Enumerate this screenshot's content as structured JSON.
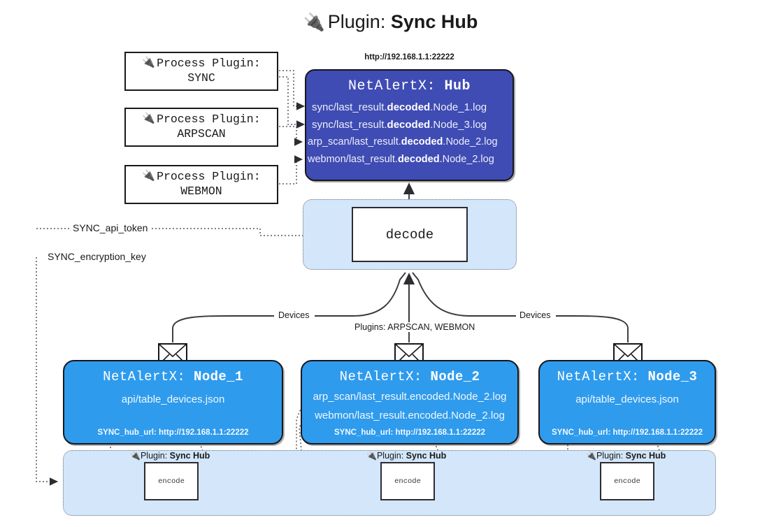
{
  "page": {
    "title_plug_icon": "plug-icon",
    "title_prefix": "Plugin:",
    "title_name": "Sync Hub"
  },
  "process_plugins": [
    {
      "icon": "plug-icon",
      "line1": "Process Plugin:",
      "line2": "SYNC"
    },
    {
      "icon": "plug-icon",
      "line1": "Process Plugin:",
      "line2": "ARPSCAN"
    },
    {
      "icon": "plug-icon",
      "line1": "Process Plugin:",
      "line2": "WEBMON"
    }
  ],
  "hub": {
    "url": "http://192.168.1.1:22222",
    "title_prefix": "NetAlertX:",
    "title_name": "Hub",
    "logs": [
      {
        "pre": "sync/last_result.",
        "mid": "decoded",
        "post": ".Node_1.log"
      },
      {
        "pre": "sync/last_result.",
        "mid": "decoded",
        "post": ".Node_3.log"
      },
      {
        "pre": "arp_scan/last_result.",
        "mid": "decoded",
        "post": ".Node_2.log"
      },
      {
        "pre": "webmon/last_result.",
        "mid": "decoded",
        "post": ".Node_2.log"
      }
    ]
  },
  "decode": {
    "label": "decode"
  },
  "secrets": {
    "api_token": "SYNC_api_token",
    "encryption_key": "SYNC_encryption_key"
  },
  "edges": {
    "devices_left": "Devices",
    "plugins_center": "Plugins: ARPSCAN, WEBMON",
    "devices_right": "Devices"
  },
  "nodes": [
    {
      "title_prefix": "NetAlertX:",
      "title_name": "Node_1",
      "lines": [
        "api/table_devices.json"
      ],
      "footer": "SYNC_hub_url: http://192.168.1.1:22222"
    },
    {
      "title_prefix": "NetAlertX:",
      "title_name": "Node_2",
      "lines": [
        "arp_scan/last_result.encoded.Node_2.log",
        "webmon/last_result.encoded.Node_2.log"
      ],
      "footer": "SYNC_hub_url: http://192.168.1.1:22222"
    },
    {
      "title_prefix": "NetAlertX:",
      "title_name": "Node_3",
      "lines": [
        "api/table_devices.json"
      ],
      "footer": "SYNC_hub_url: http://192.168.1.1:22222"
    }
  ],
  "encode_row": [
    {
      "icon": "plug-icon",
      "label_prefix": "Plugin:",
      "label_name": "Sync Hub",
      "box": "encode"
    },
    {
      "icon": "plug-icon",
      "label_prefix": "Plugin:",
      "label_name": "Sync Hub",
      "box": "encode"
    },
    {
      "icon": "plug-icon",
      "label_prefix": "Plugin:",
      "label_name": "Sync Hub",
      "box": "encode"
    }
  ],
  "colors": {
    "hub_fill": "#3f4cb4",
    "node_fill": "#2f9bed",
    "panel_fill": "#d3e6fa",
    "stroke": "#17171c"
  }
}
